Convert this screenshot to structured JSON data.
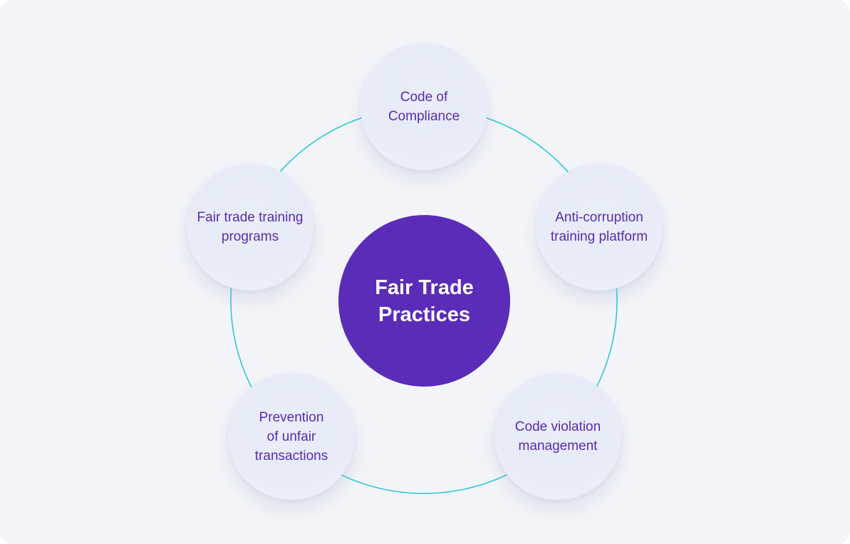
{
  "diagram": {
    "center": {
      "label": "Fair Trade\nPractices"
    },
    "nodes": [
      {
        "label": "Code of\nCompliance"
      },
      {
        "label": "Anti-corruption\ntraining platform"
      },
      {
        "label": "Code violation\nmanagement"
      },
      {
        "label": "Prevention\nof unfair\ntransactions"
      },
      {
        "label": "Fair trade training\nprograms"
      }
    ]
  },
  "colors": {
    "background": "#f3f4f8",
    "center_fill": "#5b2cb8",
    "node_text": "#5a2ab0",
    "ring_stroke": "#2ec9d2"
  }
}
